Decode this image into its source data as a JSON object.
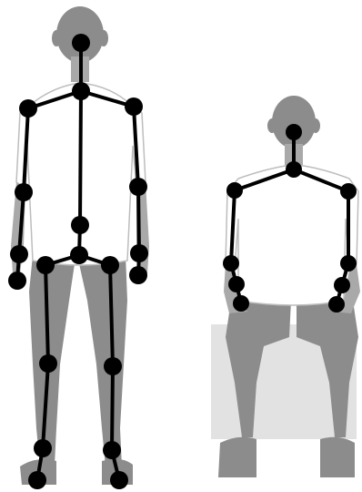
{
  "figure": {
    "description_visible_text": "",
    "colors": {
      "background": "#ffffff",
      "silhouette": "#8c8c8c",
      "silhouette_light": "#a9a9a9",
      "shirt": "#ffffff",
      "outline": "#bdbdbd",
      "chair": "#e2e2e2",
      "skeleton": "#000000"
    },
    "icons": [
      "standing-person-silhouette",
      "sitting-person-silhouette",
      "chair-seat"
    ]
  }
}
